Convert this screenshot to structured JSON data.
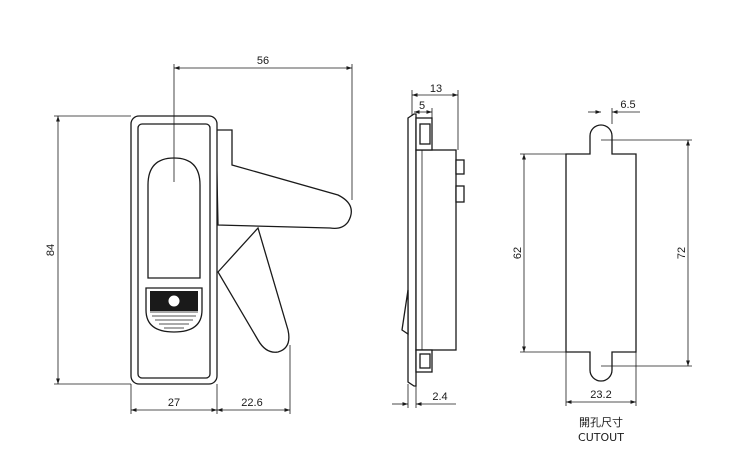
{
  "front_view": {
    "dim_overall_width": "56",
    "dim_height": "84",
    "dim_body_width": "27",
    "dim_handle_extension": "22.6"
  },
  "side_view": {
    "dim_depth": "13",
    "dim_step": "5",
    "dim_flange": "2.4"
  },
  "cutout_view": {
    "dim_notch": "6.5",
    "dim_inner_height": "62",
    "dim_outer_height": "72",
    "dim_width": "23.2",
    "caption_cn": "開孔尺寸",
    "caption_en": "CUTOUT"
  }
}
